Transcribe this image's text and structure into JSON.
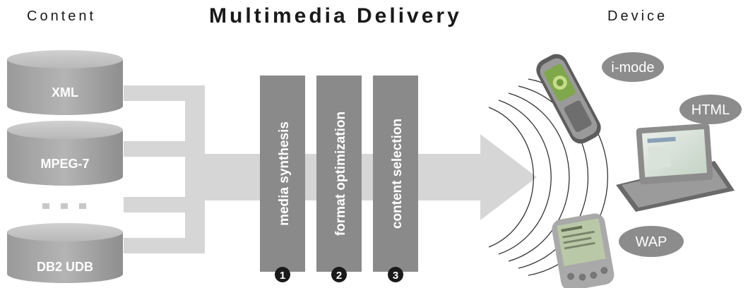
{
  "header": {
    "left": "Content",
    "title": "Multimedia Delivery",
    "right": "Device"
  },
  "sources": [
    "XML",
    "MPEG-7",
    "DB2 UDB"
  ],
  "stages": [
    {
      "label": "media synthesis",
      "number": "1"
    },
    {
      "label": "format optimization",
      "number": "2"
    },
    {
      "label": "content selection",
      "number": "3"
    }
  ],
  "devices": [
    "i-mode",
    "HTML",
    "WAP"
  ],
  "colors": {
    "database": "#a6a6a6",
    "pipe": "#d6d6d6",
    "stage": "#8a8a8a",
    "badge": "#1a1a1a",
    "device_label": "#8c8c8c"
  },
  "icons": [
    "database-cylinder",
    "ellipsis-dots",
    "wireless-signal",
    "mobile-phone-icon",
    "laptop-icon",
    "pda-icon"
  ]
}
